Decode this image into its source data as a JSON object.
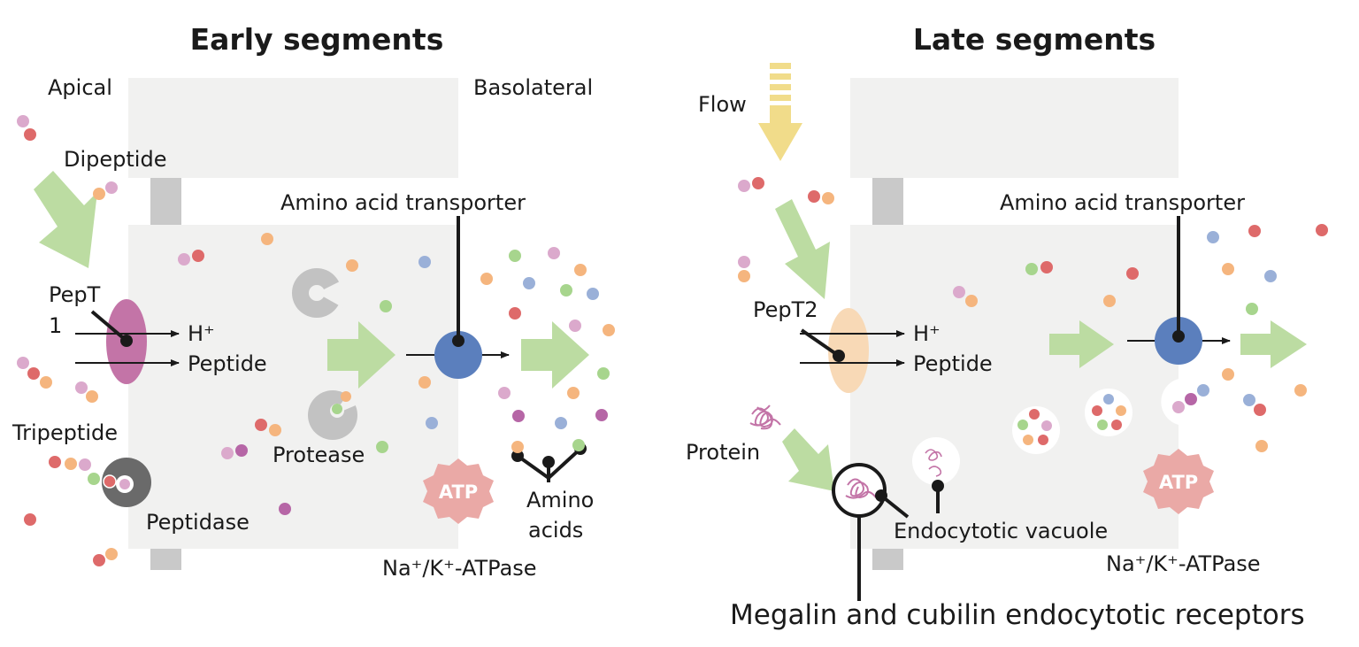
{
  "left_panel": {
    "title": "Early segments",
    "apical": "Apical",
    "basolateral": "Basolateral",
    "dipeptide": "Dipeptide",
    "tripeptide": "Tripeptide",
    "pept1_line1": "PepT",
    "pept1_line2": "1",
    "h_plus": "H⁺",
    "peptide": "Peptide",
    "peptidase": "Peptidase",
    "protease": "Protease",
    "amino_acid_transporter": "Amino acid transporter",
    "atp": "ATP",
    "amino_acids_line1": "Amino",
    "amino_acids_line2": "acids",
    "na_k_atpase": "Na⁺/K⁺-ATPase"
  },
  "right_panel": {
    "title": "Late segments",
    "flow": "Flow",
    "pept2": "PepT2",
    "h_plus": "H⁺",
    "peptide": "Peptide",
    "protein": "Protein",
    "amino_acid_transporter": "Amino acid transporter",
    "endocytotic_vacuole": "Endocytotic vacuole",
    "atp": "ATP",
    "na_k_atpase": "Na⁺/K⁺-ATPase",
    "megalin_cubilin": "Megalin and cubilin endocytotic receptors"
  },
  "colors": {
    "cell": "#f1f1f0",
    "junction": "#c9c9c9",
    "green_arrow": "#bcdca2",
    "flow_arrow": "#f1dc8a",
    "pept1": "#c374a7",
    "pept2": "#f8d9b6",
    "transporter": "#5b7fbd",
    "atp": "#eaa9a6",
    "protease": "#c2c2c2",
    "peptidase": "#6a6a6a",
    "dot_red": "#de6a6a",
    "dot_pink": "#dba9cc",
    "dot_orange": "#f5b57e",
    "dot_green": "#a7d58d",
    "dot_blue": "#9ab0d8",
    "dot_purple": "#b666a6"
  }
}
